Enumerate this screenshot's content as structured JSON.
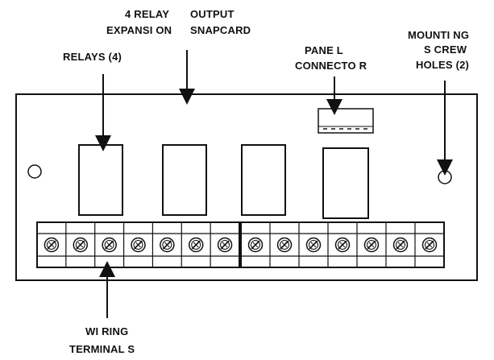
{
  "labels": {
    "expansion_line1": "4 RELAY",
    "expansion_line2": "EXPANSI ON",
    "output_line1": "OUTPUT",
    "output_line2": "SNAPCARD",
    "relays": "RELAYS (4)",
    "panel_line1": "PANE L",
    "panel_line2": "CONNECTO R",
    "mount_line1": "MOUNTI NG",
    "mount_line2": "S CREW",
    "mount_line3": "HOLES (2)",
    "wiring_line1": "WI RING",
    "wiring_line2": "TERMINAL S"
  },
  "board": {
    "relay_count": 4,
    "terminal_count": 14,
    "mounting_hole_count": 2
  },
  "colors": {
    "line": "#111111",
    "board_fill": "#ffffff"
  }
}
